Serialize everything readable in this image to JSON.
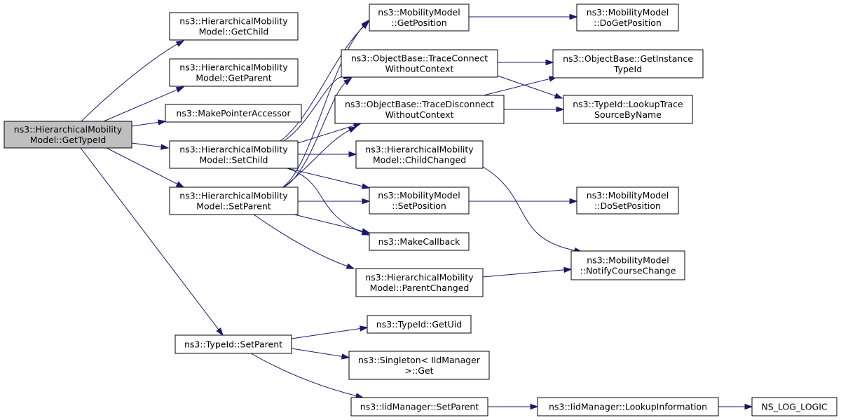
{
  "graph": {
    "colors": {
      "edge": "#191970",
      "node_border": "#000000",
      "root_fill": "#bfbfbf",
      "node_fill": "#ffffff"
    },
    "nodes": [
      {
        "id": "n0",
        "lines": [
          "ns3::HierarchicalMobility",
          "Model::GetTypeId"
        ],
        "root": true
      },
      {
        "id": "n1",
        "lines": [
          "ns3::HierarchicalMobility",
          "Model::GetChild"
        ]
      },
      {
        "id": "n2",
        "lines": [
          "ns3::HierarchicalMobility",
          "Model::GetParent"
        ]
      },
      {
        "id": "n3",
        "lines": [
          "ns3::MakePointerAccessor"
        ]
      },
      {
        "id": "n4",
        "lines": [
          "ns3::HierarchicalMobility",
          "Model::SetChild"
        ]
      },
      {
        "id": "n5",
        "lines": [
          "ns3::HierarchicalMobility",
          "Model::SetParent"
        ]
      },
      {
        "id": "n6",
        "lines": [
          "ns3::TypeId::SetParent"
        ]
      },
      {
        "id": "n7",
        "lines": [
          "ns3::MobilityModel",
          "::GetPosition"
        ]
      },
      {
        "id": "n8",
        "lines": [
          "ns3::ObjectBase::TraceConnect",
          "WithoutContext"
        ]
      },
      {
        "id": "n9",
        "lines": [
          "ns3::ObjectBase::TraceDisconnect",
          "WithoutContext"
        ]
      },
      {
        "id": "n10",
        "lines": [
          "ns3::HierarchicalMobility",
          "Model::ChildChanged"
        ]
      },
      {
        "id": "n11",
        "lines": [
          "ns3::MobilityModel",
          "::SetPosition"
        ]
      },
      {
        "id": "n12",
        "lines": [
          "ns3::MakeCallback"
        ]
      },
      {
        "id": "n13",
        "lines": [
          "ns3::HierarchicalMobility",
          "Model::ParentChanged"
        ]
      },
      {
        "id": "n14",
        "lines": [
          "ns3::TypeId::GetUid"
        ]
      },
      {
        "id": "n15",
        "lines": [
          "ns3::Singleton< IidManager",
          " >::Get"
        ]
      },
      {
        "id": "n16",
        "lines": [
          "ns3::IidManager::SetParent"
        ]
      },
      {
        "id": "n17",
        "lines": [
          "ns3::MobilityModel",
          "::DoGetPosition"
        ]
      },
      {
        "id": "n18",
        "lines": [
          "ns3::ObjectBase::GetInstance",
          "TypeId"
        ]
      },
      {
        "id": "n19",
        "lines": [
          "ns3::TypeId::LookupTrace",
          "SourceByName"
        ]
      },
      {
        "id": "n20",
        "lines": [
          "ns3::MobilityModel",
          "::DoSetPosition"
        ]
      },
      {
        "id": "n21",
        "lines": [
          "ns3::MobilityModel",
          "::NotifyCourseChange"
        ]
      },
      {
        "id": "n22",
        "lines": [
          "ns3::IidManager::LookupInformation"
        ]
      },
      {
        "id": "n23",
        "lines": [
          "NS_LOG_LOGIC"
        ]
      }
    ],
    "edges": [
      [
        "n0",
        "n1"
      ],
      [
        "n0",
        "n2"
      ],
      [
        "n0",
        "n3"
      ],
      [
        "n0",
        "n4"
      ],
      [
        "n0",
        "n5"
      ],
      [
        "n0",
        "n6"
      ],
      [
        "n4",
        "n7"
      ],
      [
        "n4",
        "n8"
      ],
      [
        "n4",
        "n9"
      ],
      [
        "n4",
        "n10"
      ],
      [
        "n4",
        "n11"
      ],
      [
        "n4",
        "n12"
      ],
      [
        "n5",
        "n7"
      ],
      [
        "n5",
        "n8"
      ],
      [
        "n5",
        "n9"
      ],
      [
        "n5",
        "n11"
      ],
      [
        "n5",
        "n12"
      ],
      [
        "n5",
        "n13"
      ],
      [
        "n7",
        "n17"
      ],
      [
        "n8",
        "n18"
      ],
      [
        "n8",
        "n19"
      ],
      [
        "n9",
        "n18"
      ],
      [
        "n9",
        "n19"
      ],
      [
        "n10",
        "n21"
      ],
      [
        "n11",
        "n20"
      ],
      [
        "n13",
        "n21"
      ],
      [
        "n6",
        "n14"
      ],
      [
        "n6",
        "n15"
      ],
      [
        "n6",
        "n16"
      ],
      [
        "n16",
        "n22"
      ],
      [
        "n22",
        "n23"
      ]
    ]
  }
}
